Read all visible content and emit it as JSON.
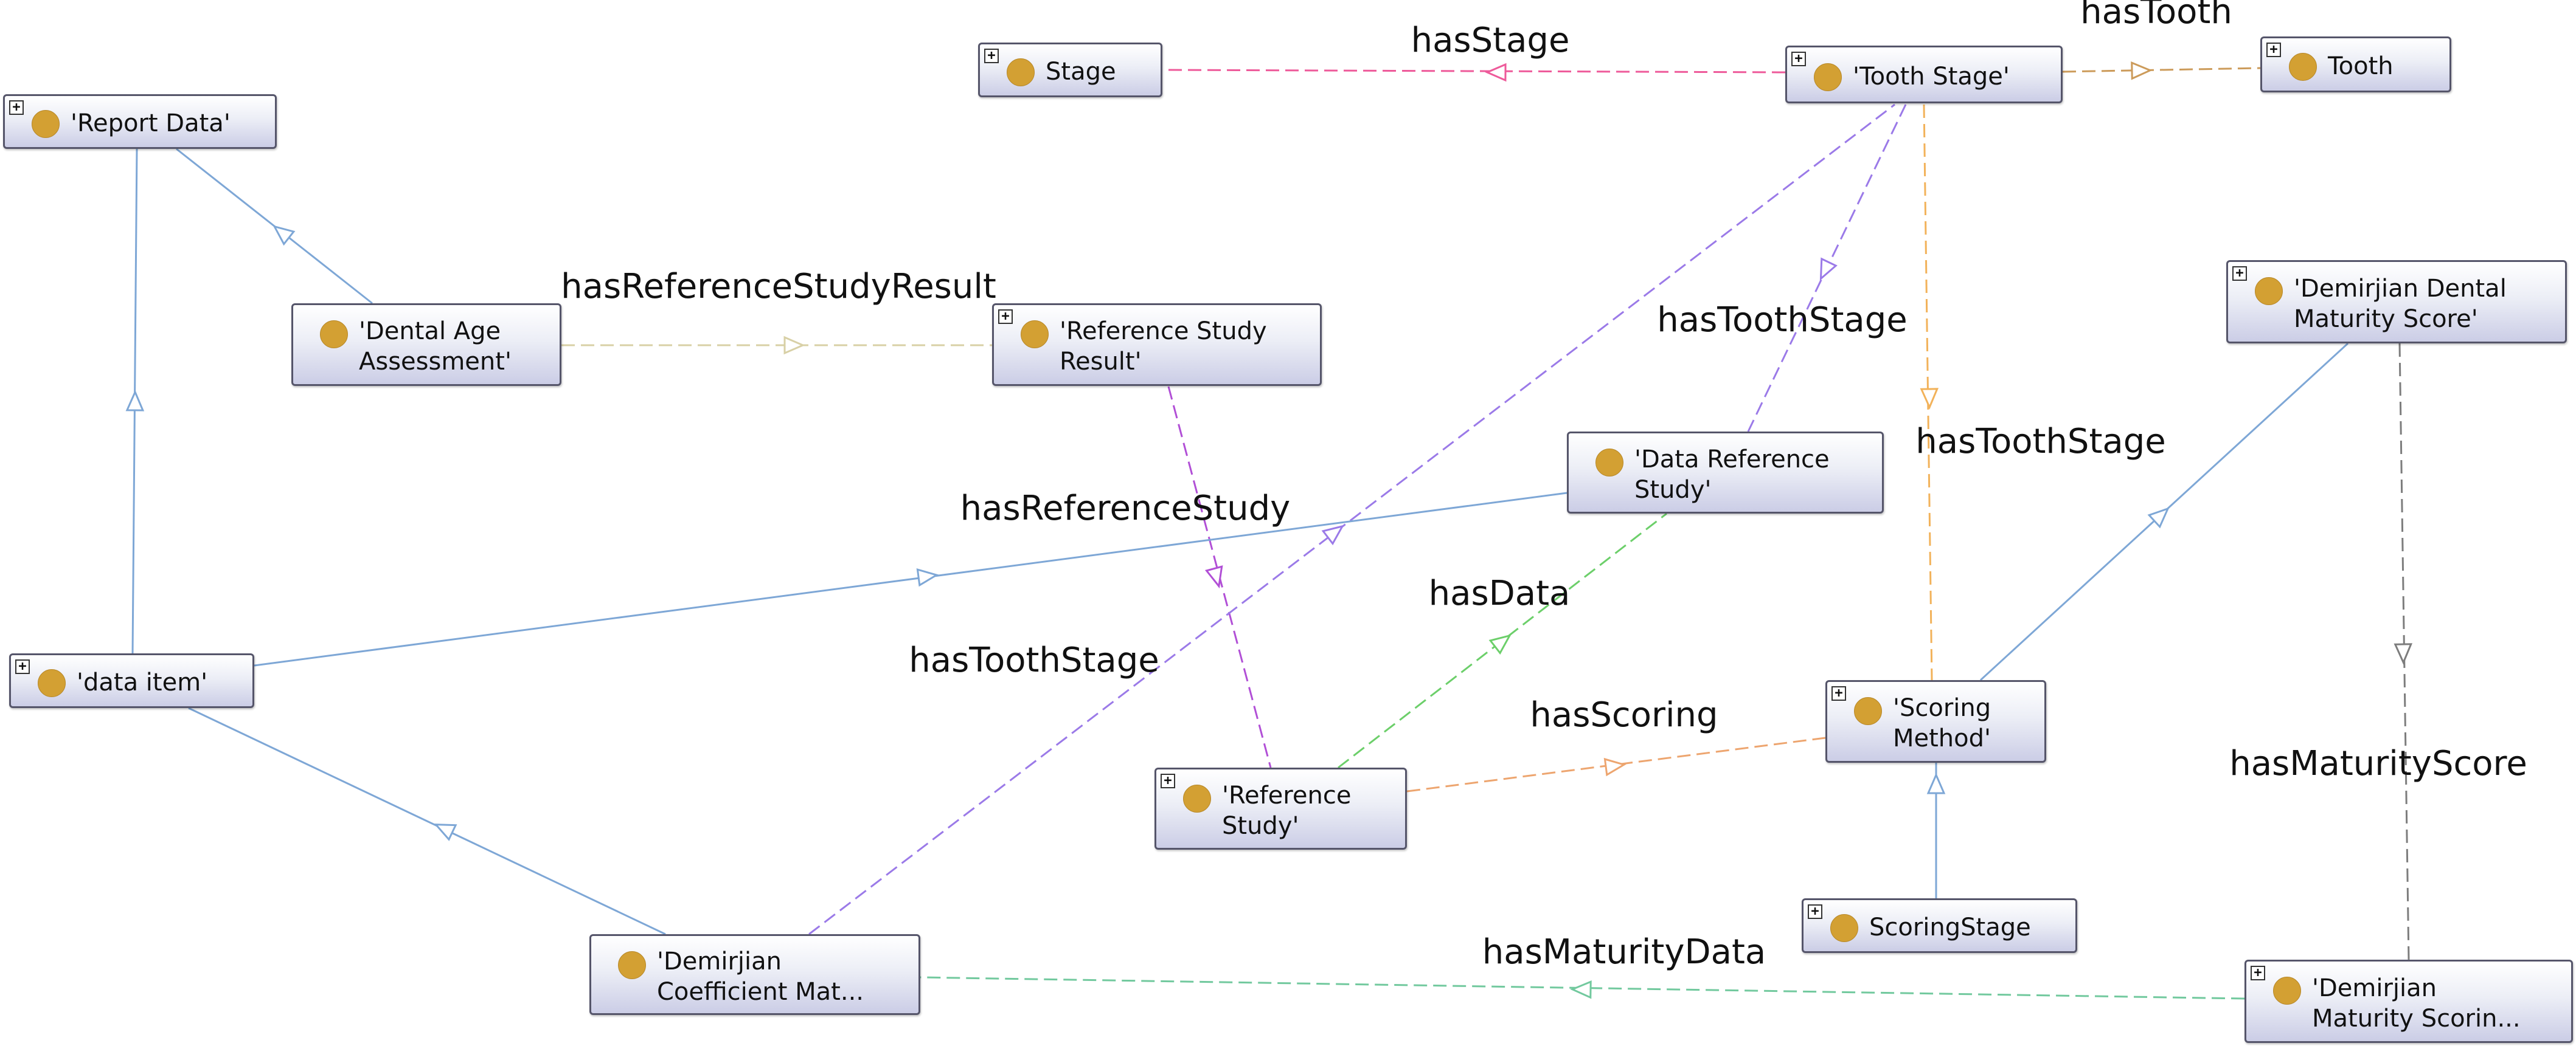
{
  "colors": {
    "pink": "#ee5a9a",
    "tan": "#cc9b5a",
    "purple": "#9b7ae8",
    "orange": "#f2b25a",
    "blue": "#7ea7d6",
    "beige": "#d8d0a6",
    "magenta": "#b14fd6",
    "green": "#6ccf6a",
    "peach": "#eda56f",
    "gray": "#7d7d7d",
    "teal": "#72c99e",
    "node_dot": "#d3a033"
  },
  "nodes": [
    {
      "id": "report_data",
      "label": "'Report Data'",
      "expand": "+"
    },
    {
      "id": "dental_age",
      "label": "'Dental Age\nAssessment'"
    },
    {
      "id": "data_item",
      "label": "'data item'",
      "expand": "+"
    },
    {
      "id": "dem_coef",
      "label": "'Demirjian\nCoefficient Mat..."
    },
    {
      "id": "stage",
      "label": "Stage",
      "expand": "+"
    },
    {
      "id": "tooth_stage",
      "label": "'Tooth Stage'",
      "expand": "+"
    },
    {
      "id": "tooth",
      "label": "Tooth",
      "expand": "+"
    },
    {
      "id": "ref_study_result",
      "label": "'Reference Study\nResult'",
      "expand": "+"
    },
    {
      "id": "data_ref_study",
      "label": "'Data Reference\nStudy'"
    },
    {
      "id": "ref_study",
      "label": "'Reference\nStudy'",
      "expand": "+"
    },
    {
      "id": "scoring_method",
      "label": "'Scoring\nMethod'",
      "expand": "+"
    },
    {
      "id": "scoring_stage",
      "label": "ScoringStage",
      "expand": "+"
    },
    {
      "id": "dem_dental",
      "label": "'Demirjian Dental\nMaturity Score'",
      "expand": "+"
    },
    {
      "id": "dem_scoring",
      "label": "'Demirjian\nMaturity Scorin...",
      "expand": "+"
    }
  ],
  "edges": [
    {
      "id": "has_stage",
      "label": "hasStage",
      "color": "pink",
      "dashed": true
    },
    {
      "id": "has_tooth",
      "label": "hasTooth",
      "color": "tan",
      "dashed": true
    },
    {
      "id": "has_ref_study_result",
      "label": "hasReferenceStudyResult",
      "color": "beige",
      "dashed": true
    },
    {
      "id": "has_tooth_stage_drs",
      "label": "hasToothStage",
      "color": "purple",
      "dashed": true
    },
    {
      "id": "has_tooth_stage_sm",
      "label": "hasToothStage",
      "color": "orange",
      "dashed": true
    },
    {
      "id": "has_ref_study",
      "label": "hasReferenceStudy",
      "color": "magenta",
      "dashed": true
    },
    {
      "id": "has_data",
      "label": "hasData",
      "color": "green",
      "dashed": true
    },
    {
      "id": "has_tooth_stage_dcm",
      "label": "hasToothStage",
      "color": "purple",
      "dashed": true
    },
    {
      "id": "has_scoring",
      "label": "hasScoring",
      "color": "peach",
      "dashed": true
    },
    {
      "id": "has_maturity_score",
      "label": "hasMaturityScore",
      "color": "gray",
      "dashed": true
    },
    {
      "id": "has_maturity_data",
      "label": "hasMaturityData",
      "color": "teal",
      "dashed": true
    },
    {
      "id": "sub_dental_age_report",
      "label": "",
      "color": "blue",
      "dashed": false
    },
    {
      "id": "sub_data_item_report",
      "label": "",
      "color": "blue",
      "dashed": false
    },
    {
      "id": "sub_data_ref_data_item",
      "label": "",
      "color": "blue",
      "dashed": false
    },
    {
      "id": "sub_dem_coef_data_item",
      "label": "",
      "color": "blue",
      "dashed": false
    },
    {
      "id": "sub_scoring_stage_sm",
      "label": "",
      "color": "blue",
      "dashed": false
    },
    {
      "id": "sub_sm_dem_dental",
      "label": "",
      "color": "blue",
      "dashed": false
    }
  ]
}
